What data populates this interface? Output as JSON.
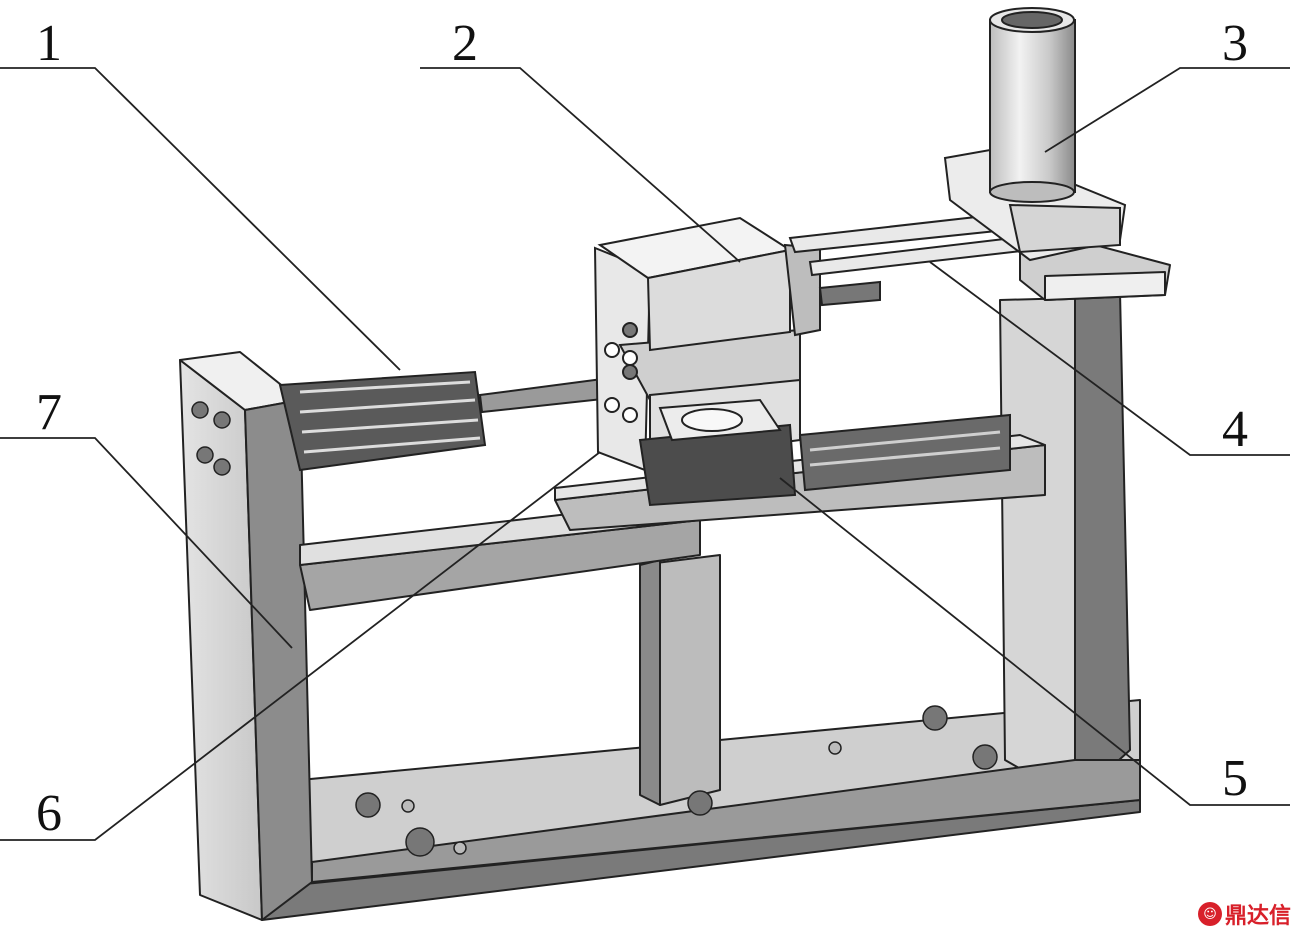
{
  "callouts": [
    {
      "id": "1",
      "label": "1"
    },
    {
      "id": "2",
      "label": "2"
    },
    {
      "id": "3",
      "label": "3"
    },
    {
      "id": "4",
      "label": "4"
    },
    {
      "id": "5",
      "label": "5"
    },
    {
      "id": "6",
      "label": "6"
    },
    {
      "id": "7",
      "label": "7"
    }
  ],
  "watermark": {
    "text": "鼎达信",
    "logo_icon": "dingdaxin-logo-icon",
    "color": "#d8202a"
  },
  "colors": {
    "metal_light": "#dcdcdc",
    "metal_mid": "#a9a9a9",
    "metal_dark": "#555555",
    "leader": "#222222"
  }
}
